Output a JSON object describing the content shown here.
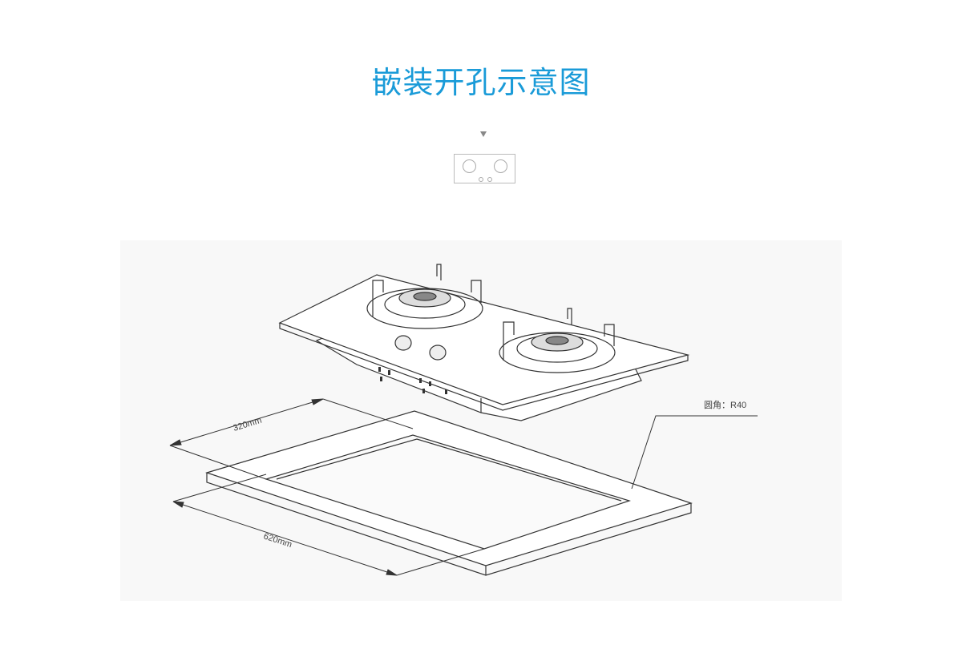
{
  "title": "嵌装开孔示意图",
  "diagram": {
    "dimension_depth": "320mm",
    "dimension_width": "620mm",
    "corner_radius": "圆角：R40"
  },
  "colors": {
    "title": "#1a9bd8",
    "line": "#333333",
    "panel": "#f8f8f8"
  }
}
